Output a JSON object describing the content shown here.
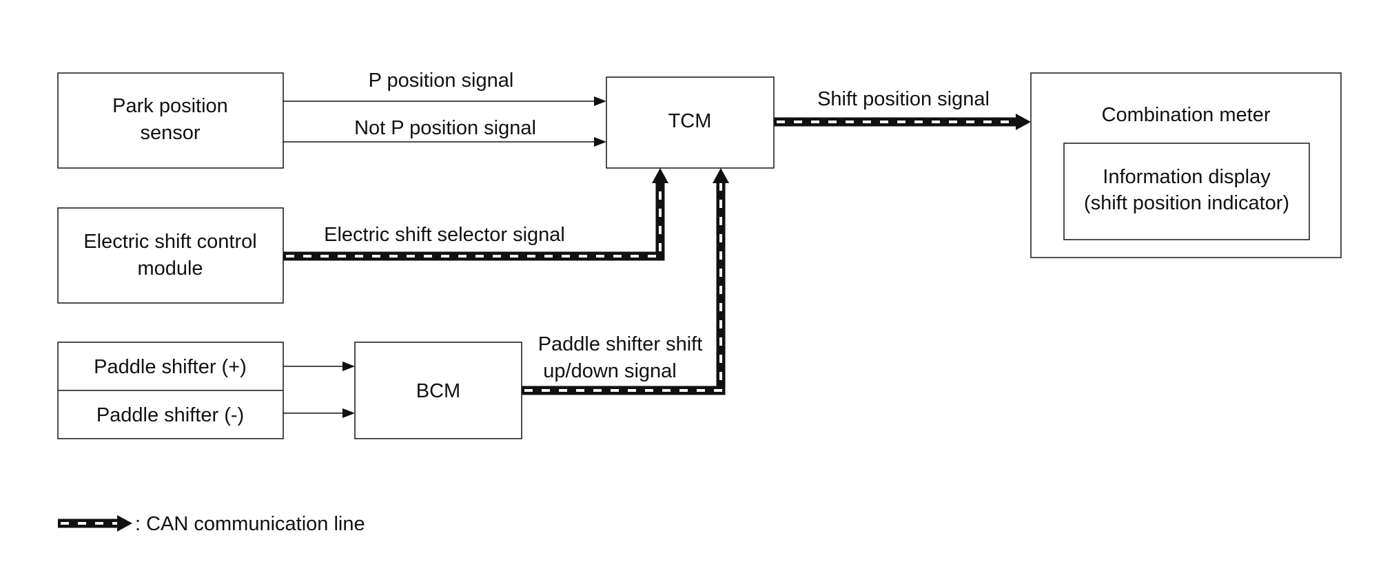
{
  "blocks": {
    "park_sensor": [
      "Park position",
      "sensor"
    ],
    "tcm": "TCM",
    "electric_shift": [
      "Electric shift control",
      "module"
    ],
    "paddle_plus": "Paddle shifter (+)",
    "paddle_minus": "Paddle shifter (-)",
    "bcm": "BCM",
    "combination_meter": "Combination meter",
    "info_display": [
      "Information display",
      "(shift position indicator)"
    ]
  },
  "signals": {
    "p_position": "P position signal",
    "not_p_position": "Not P position signal",
    "shift_position": "Shift position signal",
    "electric_shift_selector": "Electric shift selector signal",
    "paddle_shift": [
      "Paddle shifter shift",
      "up/down signal"
    ]
  },
  "legend": {
    "can_line": ": CAN communication line"
  }
}
